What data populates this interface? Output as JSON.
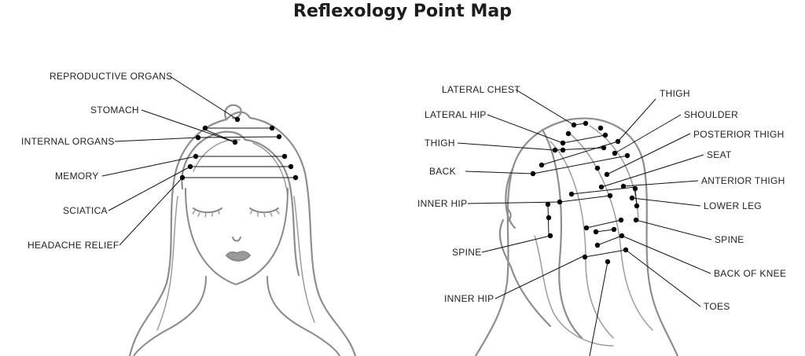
{
  "title": "Reflexology Point Map",
  "front_view": {
    "labels": [
      {
        "id": "reproductive-organs",
        "text": "REPRODUCTIVE ORGANS"
      },
      {
        "id": "stomach",
        "text": "STOMACH"
      },
      {
        "id": "internal-organs",
        "text": "INTERNAL ORGANS"
      },
      {
        "id": "memory",
        "text": "MEMORY"
      },
      {
        "id": "sciatica",
        "text": "SCIATICA"
      },
      {
        "id": "headache-relief",
        "text": "HEADACHE RELIEF"
      }
    ]
  },
  "back_view": {
    "labels_left": [
      {
        "id": "lateral-chest",
        "text": "LATERAL CHEST"
      },
      {
        "id": "lateral-hip",
        "text": "LATERAL HIP"
      },
      {
        "id": "thigh-left",
        "text": "THIGH"
      },
      {
        "id": "back",
        "text": "BACK"
      },
      {
        "id": "inner-hip-upper",
        "text": "INNER HIP"
      },
      {
        "id": "spine-left",
        "text": "SPINE"
      },
      {
        "id": "inner-hip-lower",
        "text": "INNER HIP"
      }
    ],
    "labels_right": [
      {
        "id": "thigh-right",
        "text": "THIGH"
      },
      {
        "id": "shoulder",
        "text": "SHOULDER"
      },
      {
        "id": "posterior-thigh",
        "text": "POSTERIOR THIGH"
      },
      {
        "id": "seat",
        "text": "SEAT"
      },
      {
        "id": "anterior-thigh",
        "text": "ANTERIOR THIGH"
      },
      {
        "id": "lower-leg",
        "text": "LOWER LEG"
      },
      {
        "id": "spine-right",
        "text": "SPINE"
      },
      {
        "id": "back-of-knee",
        "text": "BACK OF KNEE"
      },
      {
        "id": "toes",
        "text": "TOES"
      }
    ]
  }
}
